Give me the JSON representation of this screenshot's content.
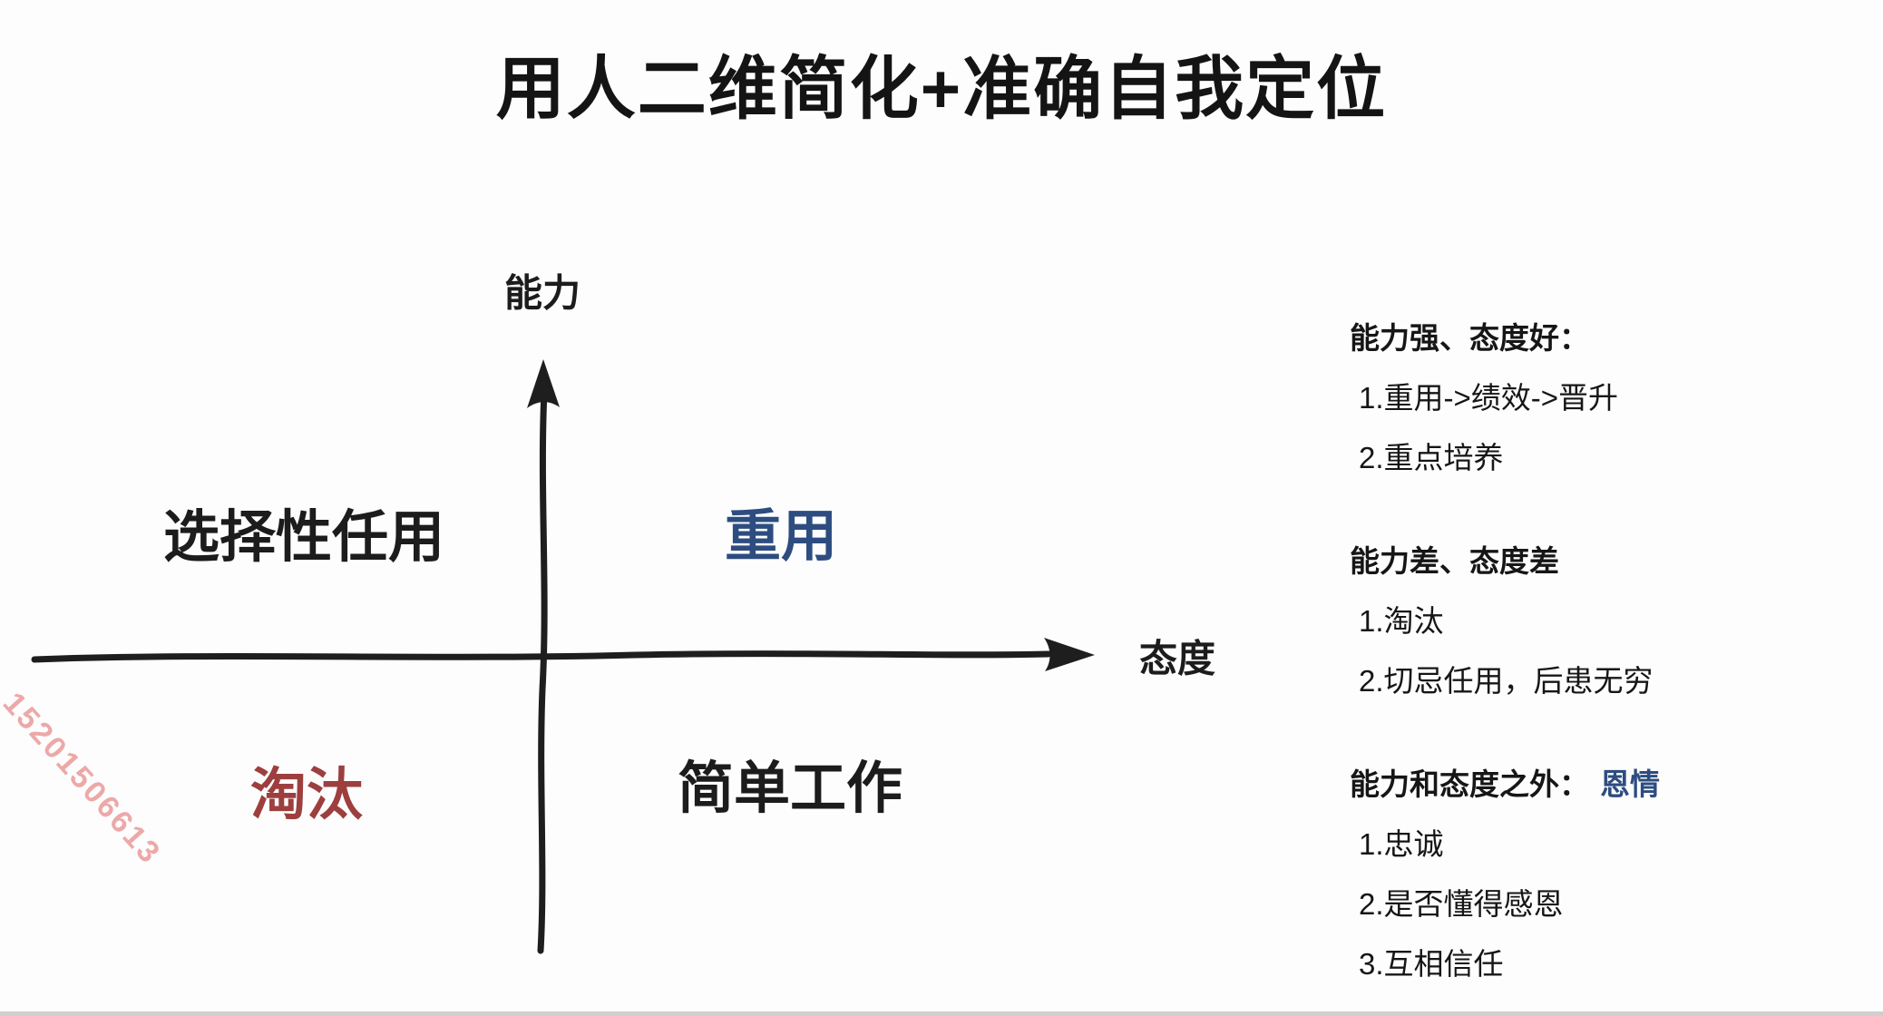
{
  "title": "用人二维简化+准确自我定位",
  "axes": {
    "y_label": "能力",
    "x_label": "态度"
  },
  "quadrants": {
    "top_left": "选择性任用",
    "top_right": "重用",
    "bottom_left": "淘汰",
    "bottom_right": "简单工作"
  },
  "notes": [
    {
      "heading": "能力强、态度好：",
      "items": [
        "1.重用->绩效->晋升",
        "2.重点培养"
      ]
    },
    {
      "heading": "能力差、态度差",
      "items": [
        "1.淘汰",
        "2.切忌任用，后患无穷"
      ]
    },
    {
      "heading": "能力和态度之外：",
      "heading_accent": "恩情",
      "items": [
        "1.忠诚",
        "2.是否懂得感恩",
        "3.互相信任"
      ]
    }
  ],
  "watermark": "15201506613",
  "colors": {
    "ink": "#1c1c1c",
    "accent_blue": "#2d4d80",
    "accent_red": "#9d3f3f",
    "watermark_pink": "#e99292"
  }
}
